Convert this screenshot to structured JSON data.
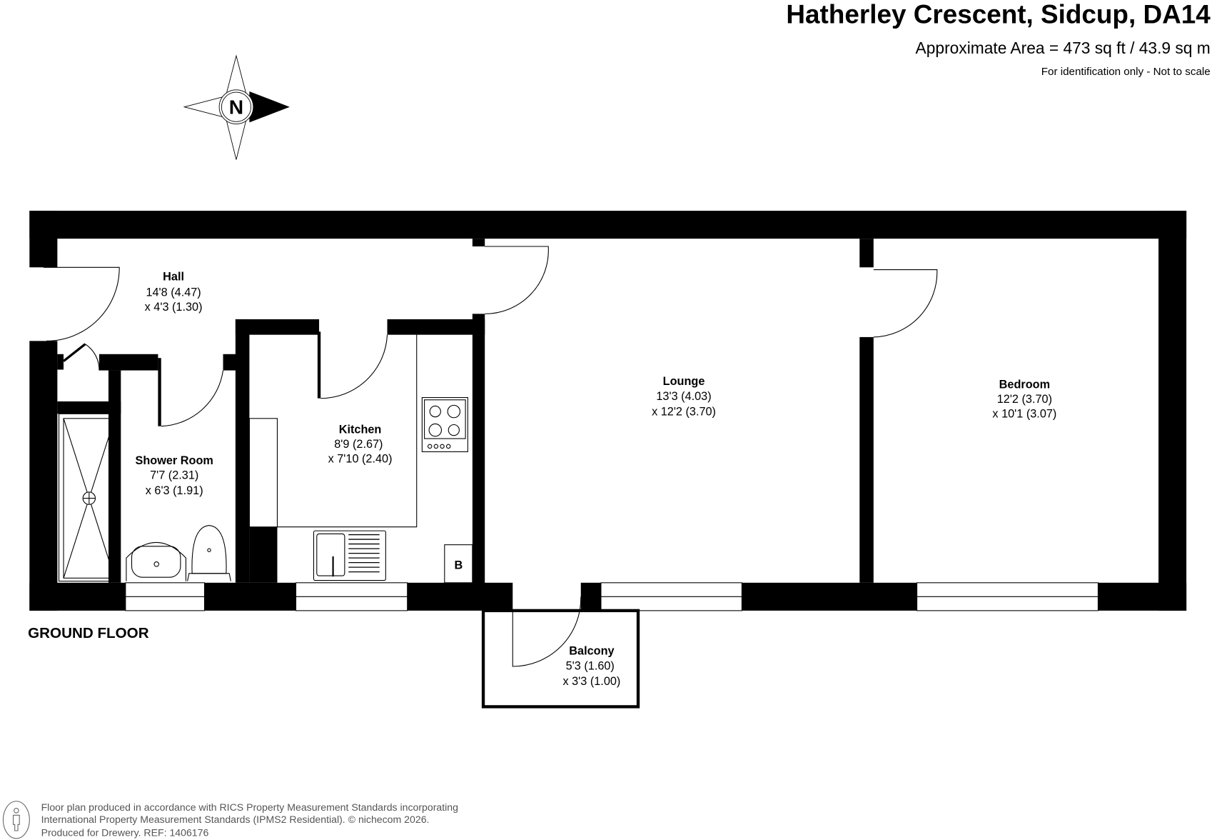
{
  "header": {
    "title": "Hatherley Crescent, Sidcup, DA14",
    "area": "Approximate Area = 473 sq ft / 43.9 sq m",
    "disclaimer": "For identification only - Not to scale"
  },
  "compass": {
    "label": "N"
  },
  "floor_label": "GROUND FLOOR",
  "rooms": {
    "hall": {
      "name": "Hall",
      "dim1": "14'8 (4.47)",
      "dim2": "x 4'3 (1.30)"
    },
    "shower": {
      "name": "Shower Room",
      "dim1": "7'7 (2.31)",
      "dim2": "x 6'3 (1.91)"
    },
    "kitchen": {
      "name": "Kitchen",
      "dim1": "8'9 (2.67)",
      "dim2": "x 7'10 (2.40)"
    },
    "lounge": {
      "name": "Lounge",
      "dim1": "13'3 (4.03)",
      "dim2": "x 12'2 (3.70)"
    },
    "bedroom": {
      "name": "Bedroom",
      "dim1": "12'2 (3.70)",
      "dim2": "x 10'1 (3.07)"
    },
    "balcony": {
      "name": "Balcony",
      "dim1": "5'3 (1.60)",
      "dim2": "x 3'3 (1.00)"
    }
  },
  "boiler_label": "B",
  "footer": {
    "line1": "Floor plan produced in accordance with RICS Property Measurement Standards incorporating",
    "line2": "International Property Measurement Standards (IPMS2 Residential).   © nichecom 2026.",
    "line3": "Produced for Drewery.   REF: 1406176"
  }
}
